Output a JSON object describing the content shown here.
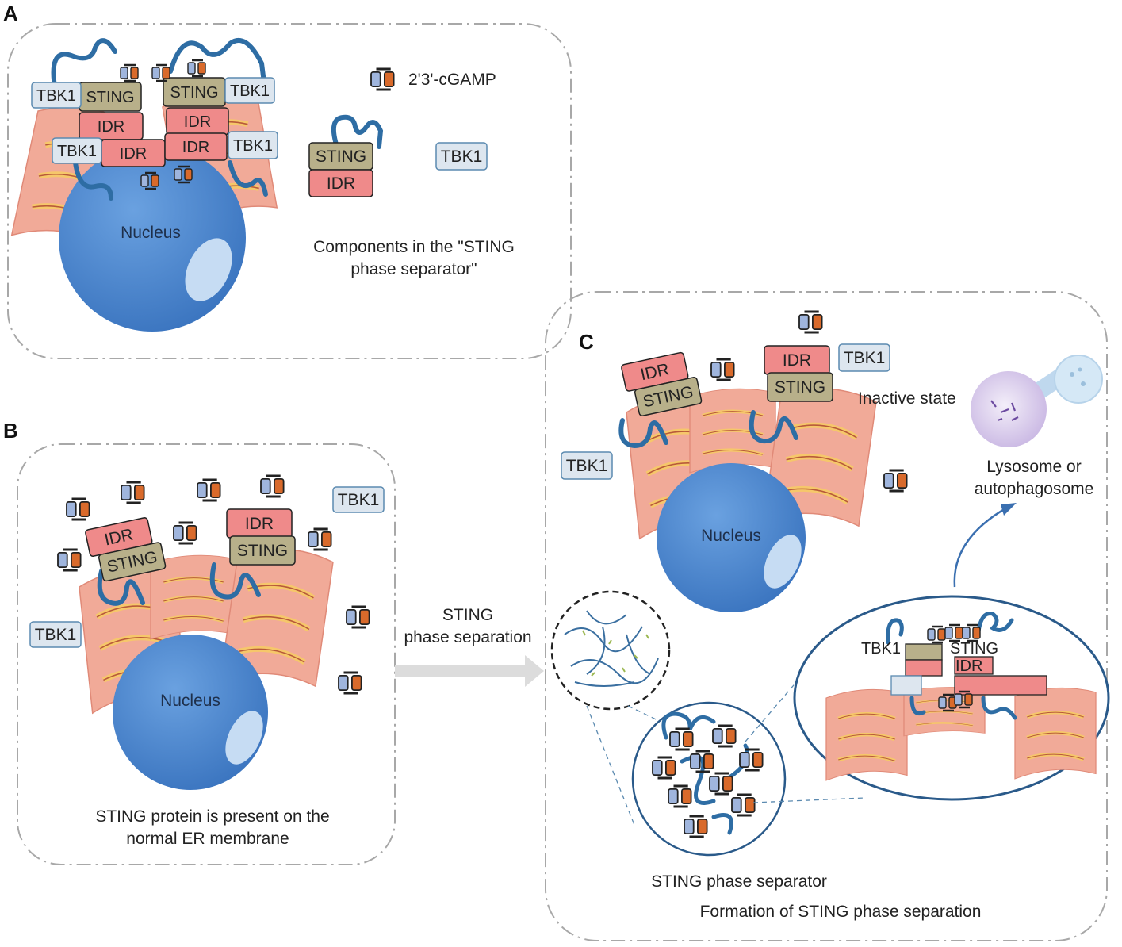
{
  "panel_letters": {
    "a": "A",
    "b": "B",
    "c": "C"
  },
  "labels": {
    "sting": "STING",
    "idr": "IDR",
    "tbk1": "TBK1",
    "nucleus": "Nucleus"
  },
  "panel_a": {
    "legend_cgamp": "2'3'-cGAMP",
    "caption_line1": "Components in the \"STING",
    "caption_line2": "phase separator\""
  },
  "panel_b": {
    "caption_line1": "STING protein is present on the",
    "caption_line2": "normal ER membrane"
  },
  "arrow_label": {
    "line1": "STING",
    "line2": "phase separation"
  },
  "panel_c": {
    "inactive_state": "Inactive state",
    "lysosome_line1": "Lysosome or",
    "lysosome_line2": "autophagosome",
    "separator_label": "STING phase separator",
    "caption": "Formation of STING phase separation"
  },
  "colors": {
    "sting_box": "#b8b08a",
    "idr_box": "#ef8a8a",
    "tbk1_box": "#dde6ef",
    "tbk1_border": "#5b8ab0",
    "nucleus": "#4a86cf",
    "er_membrane": "#f1aa98",
    "er_inner": "#f6c76a",
    "protein_chain": "#2e6da4",
    "cgamp_blue": "#9fb5dd",
    "cgamp_orange": "#d96a2b",
    "dash_border": "#a8a8a8"
  }
}
